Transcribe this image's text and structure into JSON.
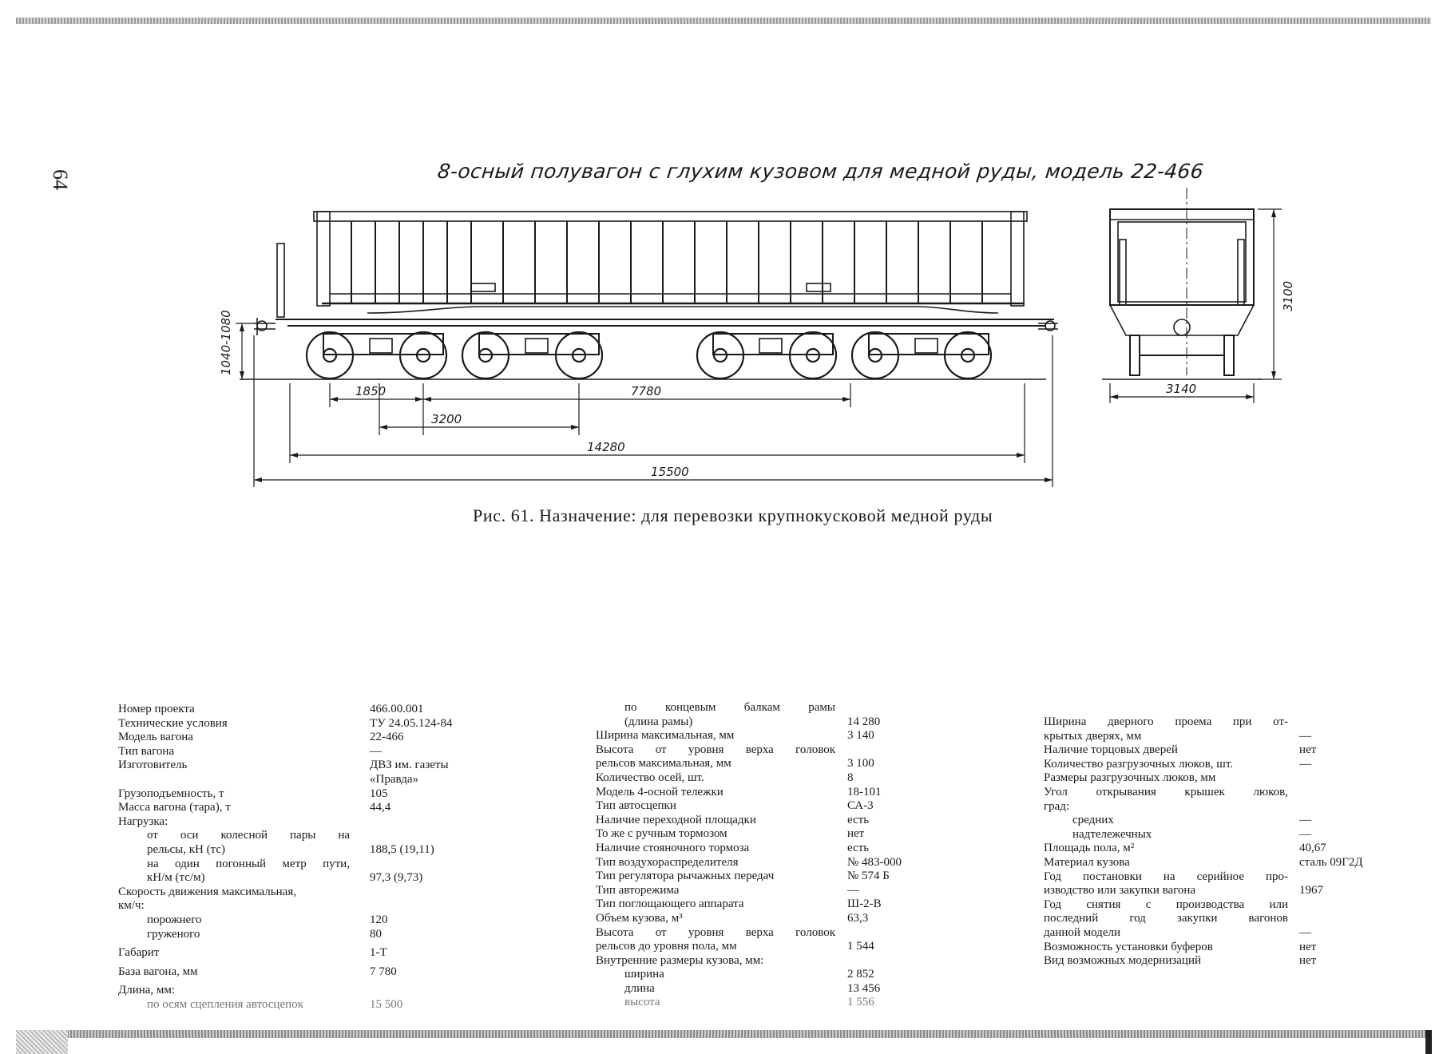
{
  "page_number": "64",
  "title": "8-осный полувагон с глухим кузовом для медной руды, модель 22-466",
  "caption": "Рис. 61. Назначение: для перевозки крупнокусковой медной руды",
  "dimensions": {
    "d1850": "1850",
    "d3200": "3200",
    "d7780": "7780",
    "d14280": "14280",
    "d15500": "15500",
    "d1040": "1040-1080",
    "d3140": "3140",
    "d3100": "3100"
  },
  "col1": [
    {
      "label": "Номер проекта",
      "value": "466.00.001"
    },
    {
      "label": "Технические условия",
      "value": "ТУ 24.05.124-84"
    },
    {
      "label": "Модель вагона",
      "value": "22-466"
    },
    {
      "label": "Тип вагона",
      "value": "—"
    },
    {
      "label": "Изготовитель",
      "value": "ДВЗ им. газеты"
    },
    {
      "label": "",
      "value": "«Правда»"
    },
    {
      "label": "Грузоподъемность, т",
      "value": "105"
    },
    {
      "label": "Масса вагона (тара), т",
      "value": "44,4"
    },
    {
      "label": "Нагрузка:",
      "value": ""
    },
    {
      "label": "от оси колесной пары на",
      "value": "",
      "indent": 1,
      "justify": true
    },
    {
      "label": "рельсы, кН (тс)",
      "value": "188,5 (19,11)",
      "indent": 1
    },
    {
      "label": "на один погонный метр пути,",
      "value": "",
      "indent": 1,
      "justify": true
    },
    {
      "label": "кН/м (тс/м)",
      "value": "97,3 (9,73)",
      "indent": 1
    },
    {
      "label": "Скорость движения максимальная,",
      "value": ""
    },
    {
      "label": "км/ч:",
      "value": ""
    },
    {
      "label": "порожнего",
      "value": "120",
      "indent": 1
    },
    {
      "label": "груженого",
      "value": "80",
      "indent": 1
    },
    {
      "label": "Габарит",
      "value": "1-Т",
      "gap": true
    },
    {
      "label": "База вагона, мм",
      "value": "7 780",
      "gap": true
    },
    {
      "label": "Длина, мм:",
      "value": "",
      "gap": true
    },
    {
      "label": "по осям сцепления автосцепок",
      "value": "15 500",
      "indent": 1,
      "faded": true
    }
  ],
  "col2": [
    {
      "label": "по концевым балкам рамы",
      "value": "",
      "indent": 1,
      "justify": true
    },
    {
      "label": "(длина рамы)",
      "value": "14 280",
      "indent": 1
    },
    {
      "label": "Ширина максимальная, мм",
      "value": "3 140"
    },
    {
      "label": "Высота от уровня верха головок",
      "value": "",
      "justify": true
    },
    {
      "label": "рельсов максимальная, мм",
      "value": "3 100"
    },
    {
      "label": "Количество осей, шт.",
      "value": "8"
    },
    {
      "label": "Модель 4-осной тележки",
      "value": "18-101"
    },
    {
      "label": "Тип автосцепки",
      "value": "СА-3"
    },
    {
      "label": "Наличие переходной площадки",
      "value": "есть"
    },
    {
      "label": "То же с ручным тормозом",
      "value": "нет"
    },
    {
      "label": "Наличие стояночного тормоза",
      "value": "есть"
    },
    {
      "label": "Тип воздухораспределителя",
      "value": "№ 483-000"
    },
    {
      "label": "Тип регулятора рычажных передач",
      "value": "№ 574 Б"
    },
    {
      "label": "Тип авторежима",
      "value": "—"
    },
    {
      "label": "Тип поглощающего аппарата",
      "value": "Ш-2-В"
    },
    {
      "label": "Объем кузова, м³",
      "value": "63,3"
    },
    {
      "label": "Высота от уровня верха головок",
      "value": "",
      "justify": true
    },
    {
      "label": "рельсов до уровня пола, мм",
      "value": "1 544"
    },
    {
      "label": "Внутренние размеры кузова, мм:",
      "value": ""
    },
    {
      "label": "ширина",
      "value": "2 852",
      "indent": 1
    },
    {
      "label": "длина",
      "value": "13 456",
      "indent": 1
    },
    {
      "label": "высота",
      "value": "1 556",
      "indent": 1,
      "faded": true
    }
  ],
  "col3": [
    {
      "label": "Ширина дверного проема при от-",
      "value": "",
      "justify": true
    },
    {
      "label": "крытых дверях, мм",
      "value": "—"
    },
    {
      "label": "Наличие торцовых дверей",
      "value": "нет"
    },
    {
      "label": "Количество разгрузочных люков, шт.",
      "value": "—"
    },
    {
      "label": "Размеры разгрузочных люков, мм",
      "value": ""
    },
    {
      "label": "Угол открывания крышек люков,",
      "value": "",
      "justify": true
    },
    {
      "label": "град:",
      "value": ""
    },
    {
      "label": "средних",
      "value": "—",
      "indent": 1
    },
    {
      "label": "надтележечных",
      "value": "—",
      "indent": 1
    },
    {
      "label": "Площадь пола, м²",
      "value": "40,67"
    },
    {
      "label": "Материал кузова",
      "value": "сталь 09Г2Д"
    },
    {
      "label": "Год постановки на серийное про-",
      "value": "",
      "justify": true
    },
    {
      "label": "изводство или закупки вагона",
      "value": "1967"
    },
    {
      "label": "Год снятия с производства или",
      "value": "",
      "justify": true
    },
    {
      "label": "последний год закупки вагонов",
      "value": "",
      "justify": true
    },
    {
      "label": "данной модели",
      "value": "—"
    },
    {
      "label": "Возможность установки буферов",
      "value": "нет"
    },
    {
      "label": "Вид возможных модернизаций",
      "value": "нет"
    }
  ]
}
